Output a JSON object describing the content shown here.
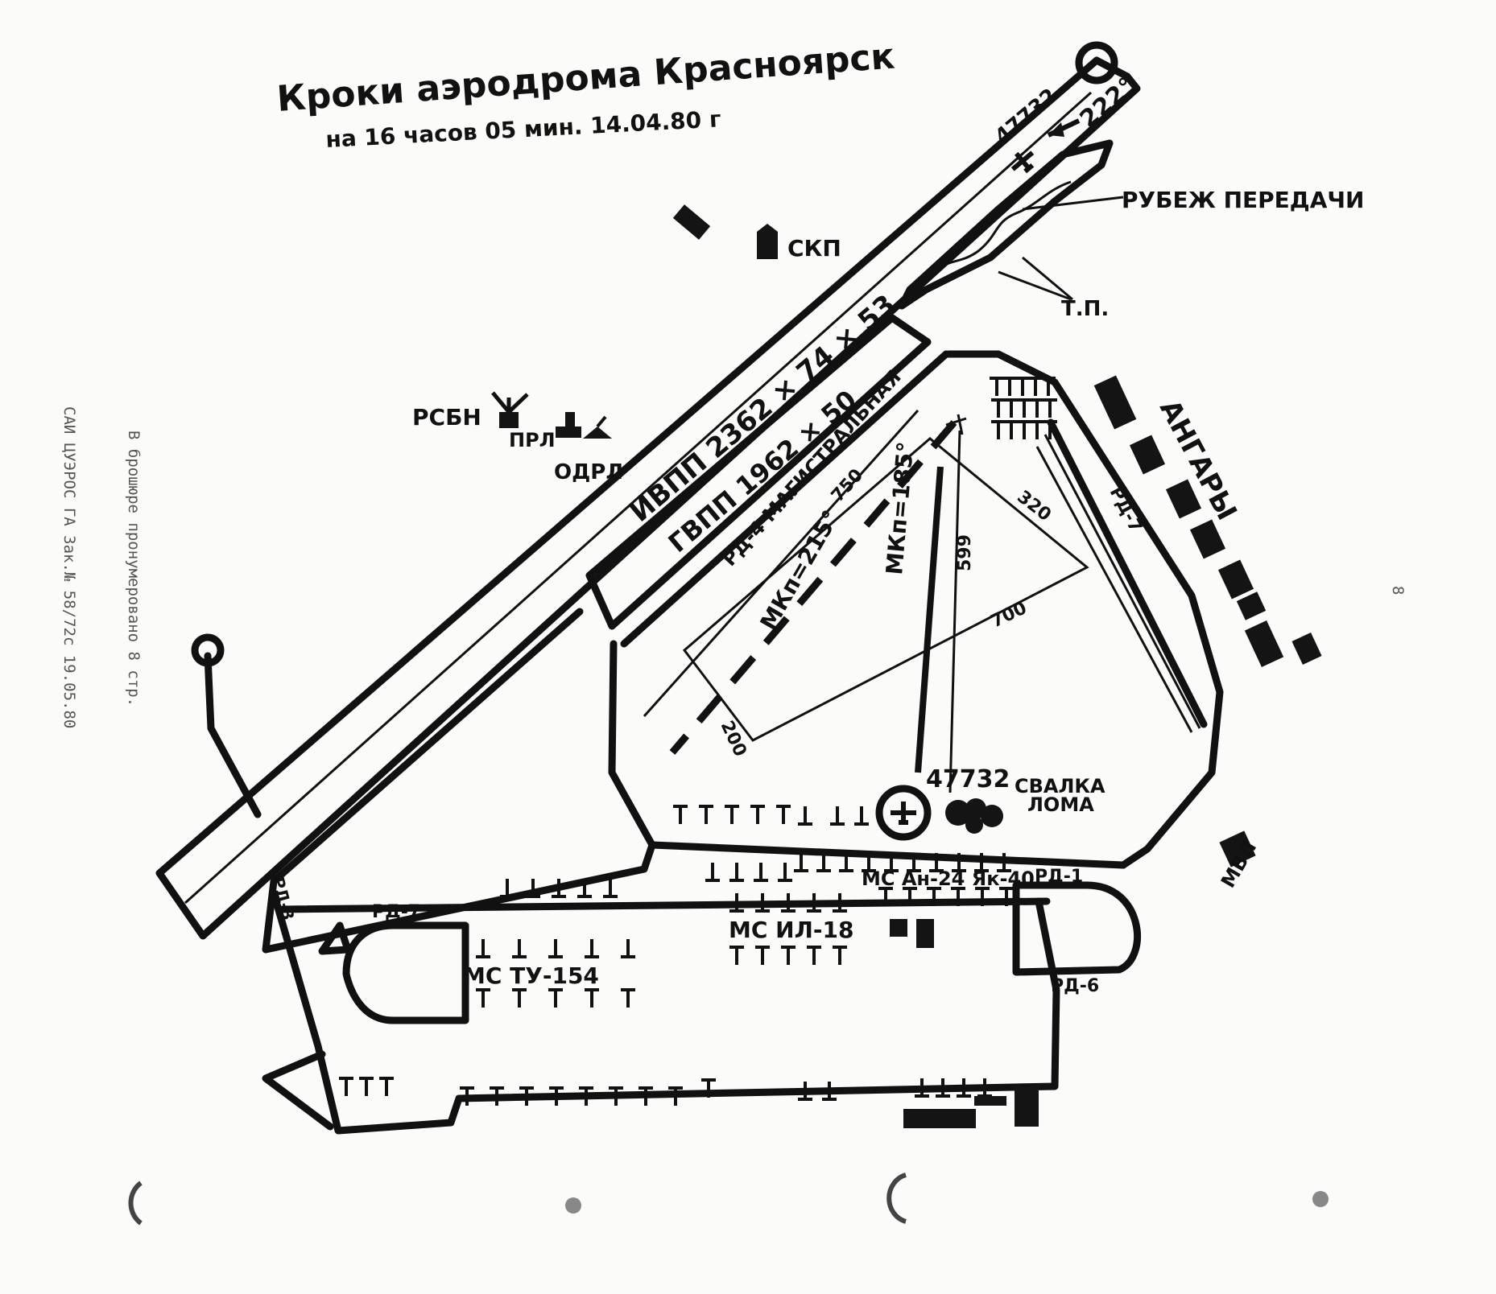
{
  "title": {
    "line1": "Кроки аэродрома Красноярск",
    "line2": "на 16 часов 05 мин. 14.04.80 г"
  },
  "side_text": {
    "print_stamp": "САИ ЦУЭРОС ГА Зак.№ 58/72с 19.05.80",
    "booklet_note": "В брошюре пронумеровано  8 стр.",
    "page_number": "8"
  },
  "runways": {
    "main": "ИВПП  2362 × 74 × 53",
    "unpaved": "ГВПП  1962 × 50",
    "taxiway_main": "РД-4 МАГИСТРАЛЬНАЯ",
    "course": "222°"
  },
  "labels": {
    "aircraft_top": "47732",
    "aircraft_bottom": "47732",
    "handover": "РУБЕЖ ПЕРЕДАЧИ",
    "tp": "Т.П.",
    "skp": "СКП",
    "rsbn": "РСБН",
    "prl": "ПРЛ",
    "odrl": "ОДРЛ",
    "hangars": "АНГАРЫ",
    "scrap": [
      "СВАЛКА",
      "ЛОМА"
    ],
    "mvl": "МВЛ",
    "rd7_right": "РД-7",
    "rd7_left": "РД-7",
    "rd3": "РД-3",
    "rd1": "РД-1",
    "rd6": "РД-6",
    "stand_tu154": "МС  ТУ-154",
    "stand_il18": "МС  ИЛ-18",
    "stand_an24": "МС  Ан-24  Як-40"
  },
  "measurements": {
    "mk215": "МКп=215°",
    "mk185": "МКп=185°",
    "d750": "750",
    "d599": "599",
    "d320": "320",
    "d700": "700",
    "d200": "200"
  }
}
